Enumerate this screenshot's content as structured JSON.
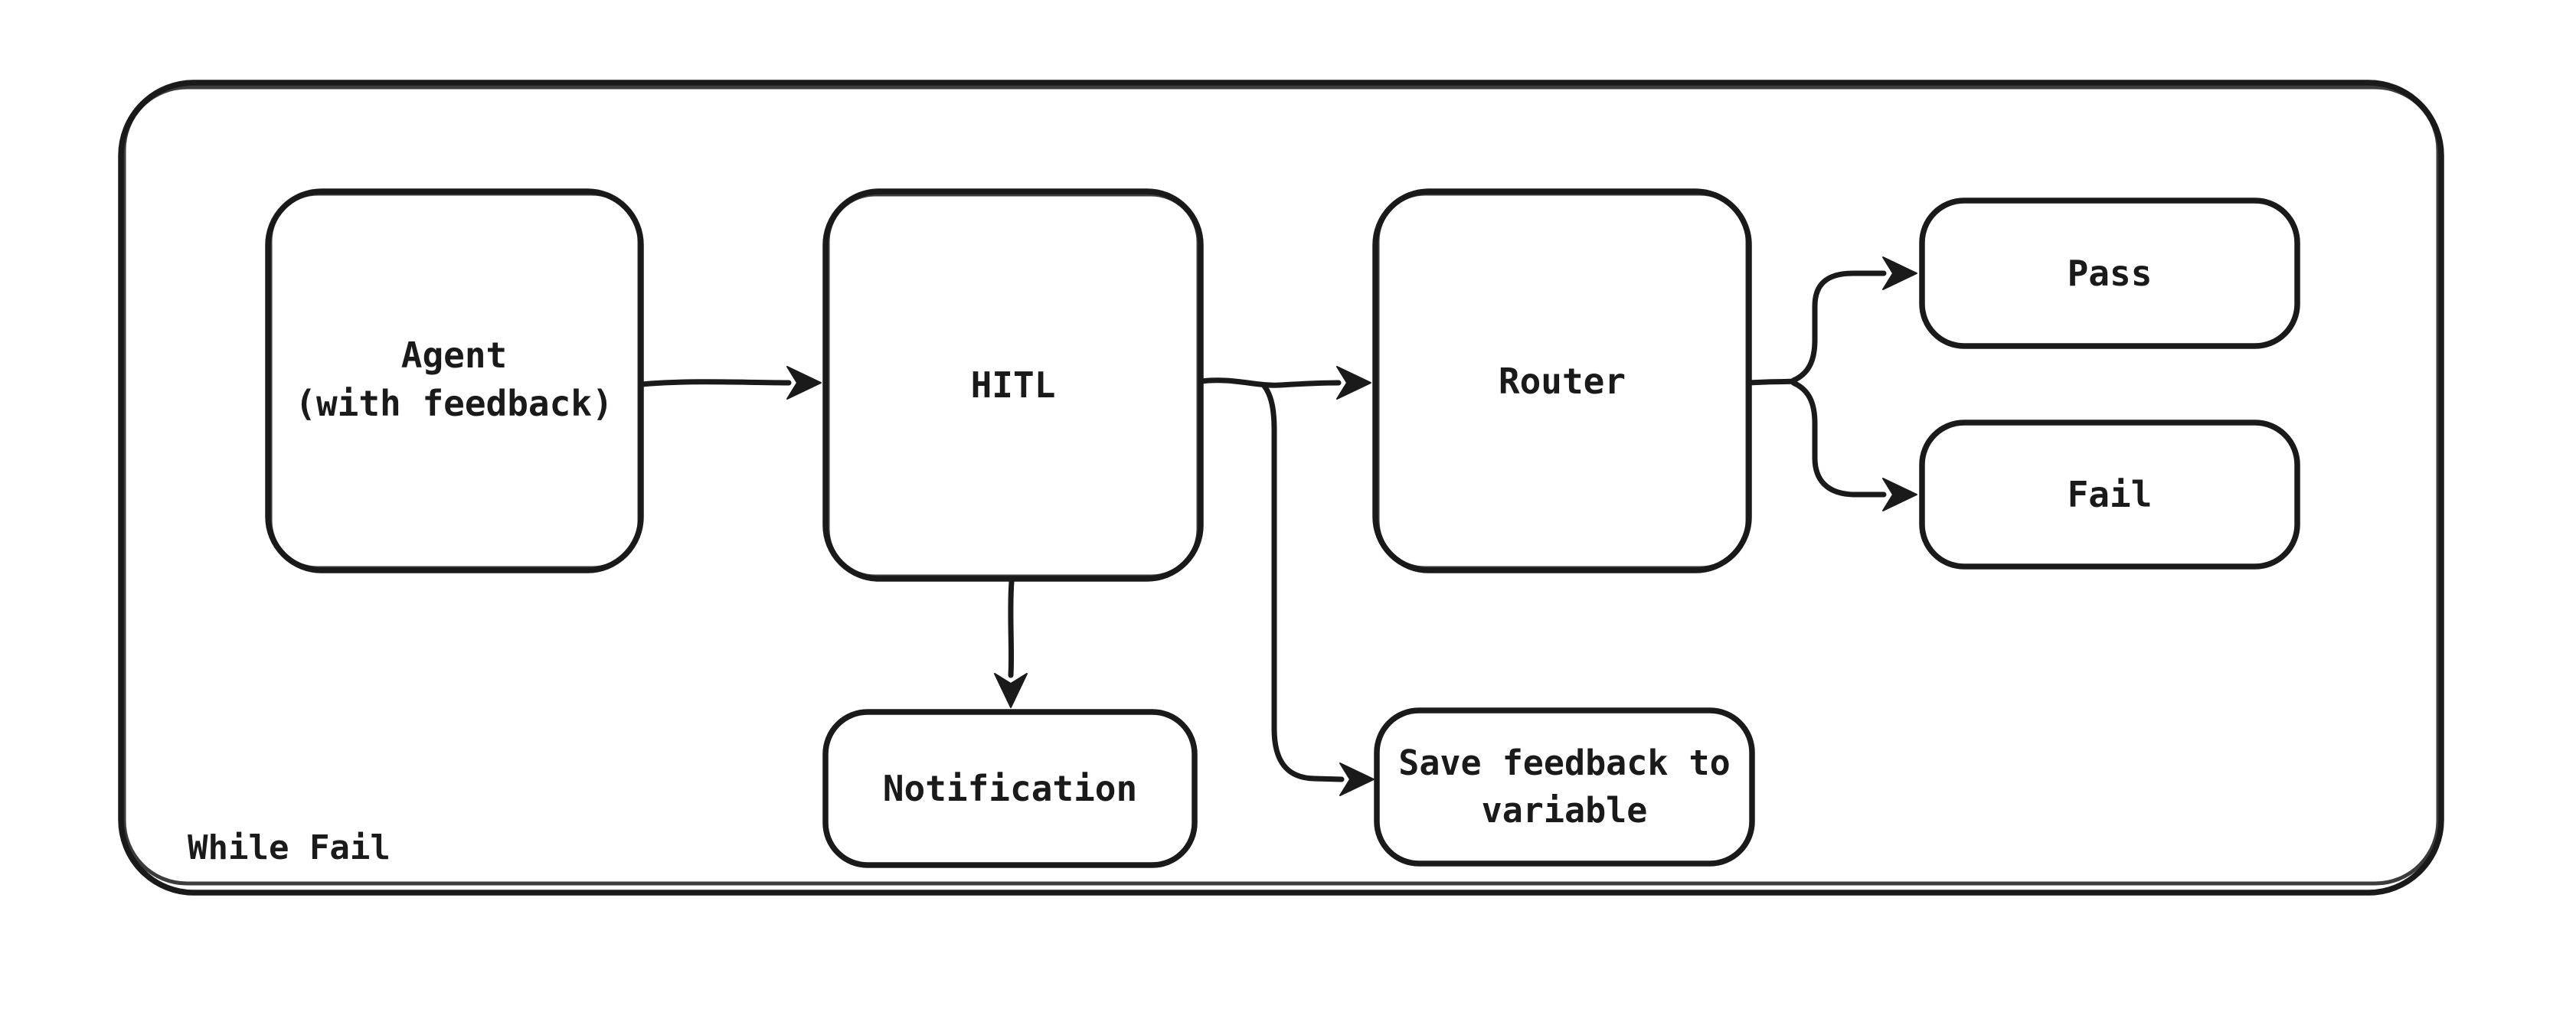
{
  "page": {
    "background": "#ffffff"
  },
  "diagram": {
    "type": "flowchart",
    "style": {
      "stroke_color": "#1a1a1a",
      "node_fill": "#ffffff",
      "sketch_style": "hand-drawn"
    },
    "container": {
      "label": "While Fail"
    },
    "nodes": {
      "agent": {
        "line1": "Agent",
        "line2": "(with feedback)"
      },
      "hitl": {
        "label": "HITL"
      },
      "router": {
        "label": "Router"
      },
      "pass": {
        "label": "Pass"
      },
      "fail": {
        "label": "Fail"
      },
      "notification": {
        "label": "Notification"
      },
      "save_feedback": {
        "line1": "Save feedback to",
        "line2": "variable"
      }
    },
    "edges": [
      {
        "from": "agent",
        "to": "hitl"
      },
      {
        "from": "hitl",
        "to": "router"
      },
      {
        "from": "hitl",
        "to": "notification"
      },
      {
        "from": "hitl",
        "to": "save_feedback"
      },
      {
        "from": "router",
        "to": "pass"
      },
      {
        "from": "router",
        "to": "fail"
      }
    ]
  }
}
